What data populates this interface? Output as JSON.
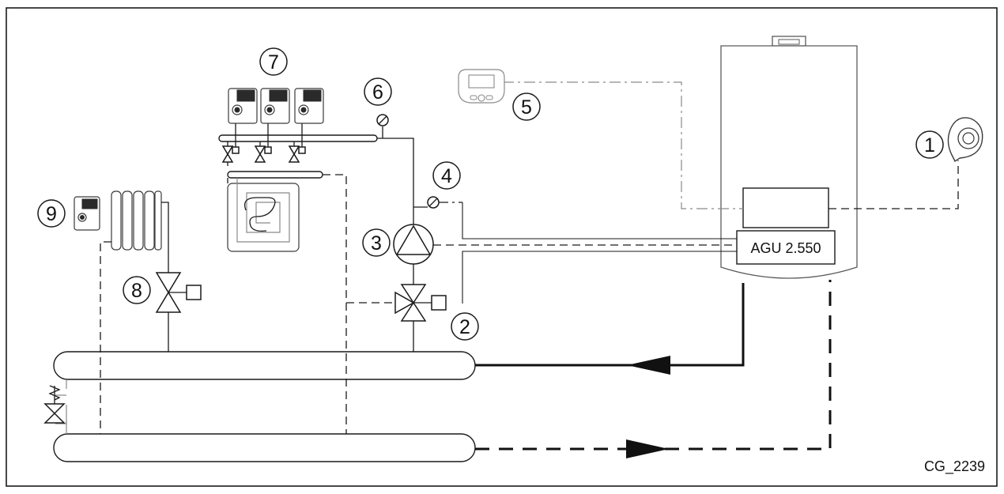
{
  "diagram": {
    "labels": [
      {
        "id": "1",
        "text": "1"
      },
      {
        "id": "2",
        "text": "2"
      },
      {
        "id": "3",
        "text": "3"
      },
      {
        "id": "4",
        "text": "4"
      },
      {
        "id": "5",
        "text": "5"
      },
      {
        "id": "6",
        "text": "6"
      },
      {
        "id": "7",
        "text": "7"
      },
      {
        "id": "8",
        "text": "8"
      },
      {
        "id": "9",
        "text": "9"
      }
    ],
    "controller_label": "AGU 2.550",
    "figure_code": "CG_2239"
  }
}
